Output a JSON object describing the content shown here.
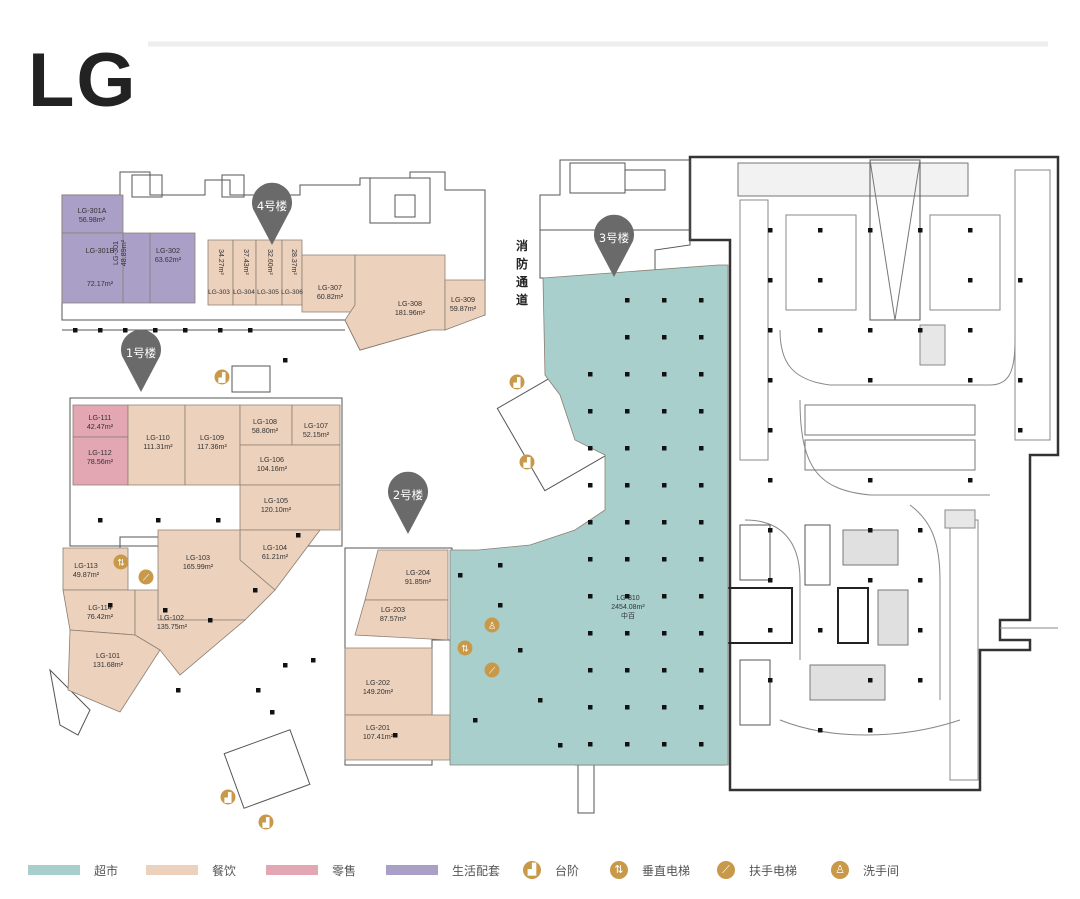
{
  "floor_label": "LG",
  "buildings": [
    "1号楼",
    "2号楼",
    "3号楼",
    "4号楼"
  ],
  "fire_lane": [
    "消",
    "防",
    "通",
    "道"
  ],
  "colors": {
    "supermarket": "#a8cfcb",
    "dining": "#ecd1bd",
    "retail": "#e3a6b3",
    "services": "#aaa0c7",
    "icon": "#c9994a"
  },
  "units": [
    {
      "code": "LG-301A",
      "area": "56.98m²",
      "cat": "services"
    },
    {
      "code": "LG-301",
      "area": "48.89m²",
      "cat": "services"
    },
    {
      "code": "LG-301B",
      "area": "72.17m²",
      "cat": "services"
    },
    {
      "code": "LG-302",
      "area": "63.62m²",
      "cat": "services"
    },
    {
      "code": "LG-303",
      "area": "34.27m²",
      "cat": "dining"
    },
    {
      "code": "LG-304",
      "area": "37.43m²",
      "cat": "dining"
    },
    {
      "code": "LG-305",
      "area": "32.60m²",
      "cat": "dining"
    },
    {
      "code": "LG-306",
      "area": "28.37m²",
      "cat": "dining"
    },
    {
      "code": "LG-307",
      "area": "60.82m²",
      "cat": "dining"
    },
    {
      "code": "LG-308",
      "area": "181.96m²",
      "cat": "dining"
    },
    {
      "code": "LG-309",
      "area": "59.87m²",
      "cat": "dining"
    },
    {
      "code": "LG-111",
      "area": "42.47m²",
      "cat": "retail"
    },
    {
      "code": "LG-112",
      "area": "78.56m²",
      "cat": "retail"
    },
    {
      "code": "LG-110",
      "area": "111.31m²",
      "cat": "dining"
    },
    {
      "code": "LG-109",
      "area": "117.36m²",
      "cat": "dining"
    },
    {
      "code": "LG-108",
      "area": "58.80m²",
      "cat": "dining"
    },
    {
      "code": "LG-107",
      "area": "52.15m²",
      "cat": "dining"
    },
    {
      "code": "LG-106",
      "area": "104.16m²",
      "cat": "dining"
    },
    {
      "code": "LG-105",
      "area": "120.10m²",
      "cat": "dining"
    },
    {
      "code": "LG-104",
      "area": "61.21m²",
      "cat": "dining"
    },
    {
      "code": "LG-103",
      "area": "165.99m²",
      "cat": "dining"
    },
    {
      "code": "LG-113",
      "area": "49.87m²",
      "cat": "dining"
    },
    {
      "code": "LG-114",
      "area": "76.42m²",
      "cat": "dining"
    },
    {
      "code": "LG-102",
      "area": "135.75m²",
      "cat": "dining"
    },
    {
      "code": "LG-101",
      "area": "131.68m²",
      "cat": "dining"
    },
    {
      "code": "LG-204",
      "area": "91.85m²",
      "cat": "dining"
    },
    {
      "code": "LG-203",
      "area": "87.57m²",
      "cat": "dining"
    },
    {
      "code": "LG-202",
      "area": "149.20m²",
      "cat": "dining"
    },
    {
      "code": "LG-201",
      "area": "107.41m²",
      "cat": "dining"
    },
    {
      "code": "LG-310",
      "area": "2454.08m²",
      "note": "中百",
      "cat": "supermarket"
    }
  ],
  "legend": [
    {
      "label": "超市",
      "color": "#a8cfcb"
    },
    {
      "label": "餐饮",
      "color": "#ecd1bd"
    },
    {
      "label": "零售",
      "color": "#e3a6b3"
    },
    {
      "label": "生活配套",
      "color": "#aaa0c7"
    }
  ],
  "legend_icons": [
    {
      "label": "台阶",
      "icon": "stairs-icon",
      "glyph": "▟"
    },
    {
      "label": "垂直电梯",
      "icon": "elevator-icon",
      "glyph": "⇅"
    },
    {
      "label": "扶手电梯",
      "icon": "escalator-icon",
      "glyph": "⟋"
    },
    {
      "label": "洗手间",
      "icon": "restroom-icon",
      "glyph": "♙"
    }
  ]
}
